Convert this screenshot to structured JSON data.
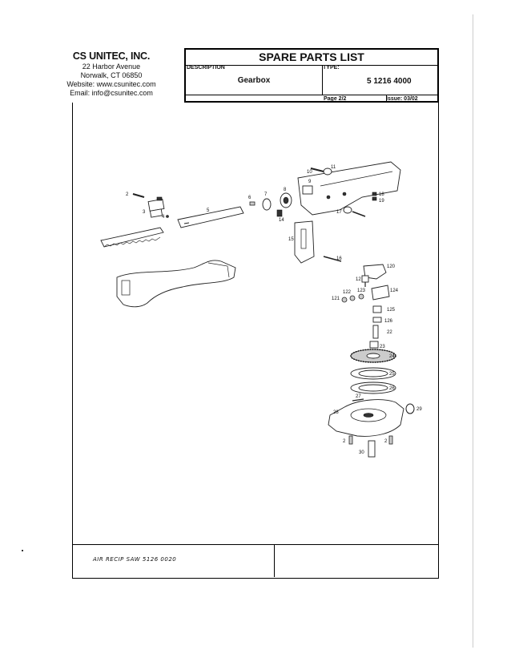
{
  "company": {
    "name": "CS UNITEC, INC.",
    "address1": "22 Harbor Avenue",
    "address2": "Norwalk, CT 06850",
    "website": "Website: www.csunitec.com",
    "email": "Email: info@csunitec.com"
  },
  "header": {
    "title": "SPARE PARTS LIST",
    "description_label": "DESCRIPTION",
    "description": "Gearbox",
    "type_label": "TYPE:",
    "type_value": "5 1216 4000",
    "page": "Page    2/2",
    "issue": "Issue: 03/02"
  },
  "footer": {
    "handwritten_note": "AIR RECIP SAW   5126 0020"
  },
  "callouts": [
    "2",
    "3",
    "4",
    "5",
    "6",
    "7",
    "8",
    "9",
    "10",
    "11",
    "14",
    "15",
    "16",
    "17",
    "18",
    "19",
    "120",
    "12",
    "121",
    "122",
    "123",
    "124",
    "125",
    "126",
    "22",
    "23",
    "24",
    "25",
    "26",
    "27",
    "28",
    "29",
    "2",
    "2",
    "30"
  ]
}
